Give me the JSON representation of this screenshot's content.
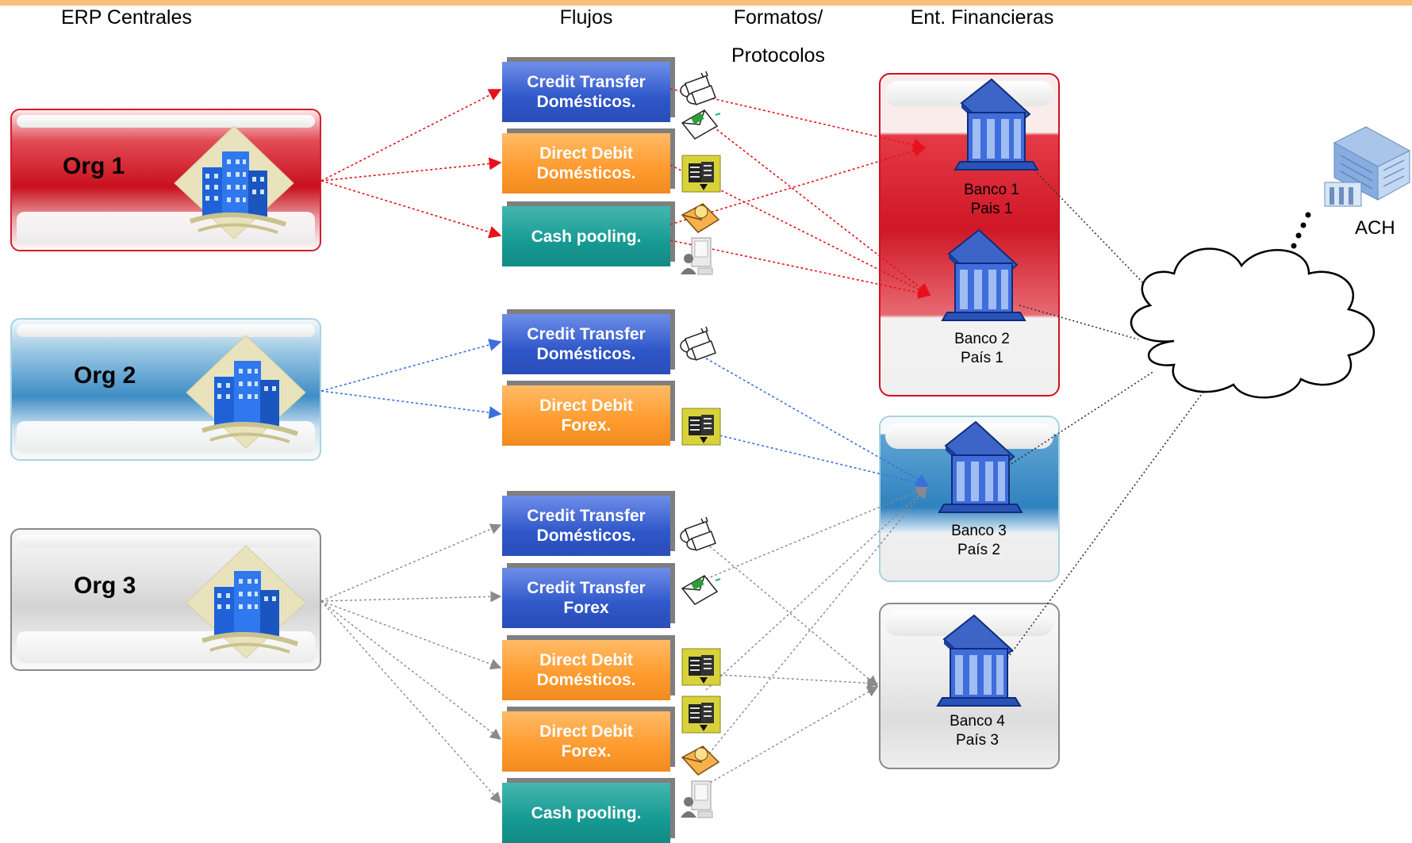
{
  "headers": {
    "erp": "ERP Centrales",
    "flows": "Flujos",
    "formats_line1": "Formatos/",
    "formats_line2": "Protocolos",
    "banks": "Ent. Financieras"
  },
  "orgs": [
    {
      "label": "Org 1",
      "color": "#c8101e"
    },
    {
      "label": "Org 2",
      "color": "#3f8dc5"
    },
    {
      "label": "Org 3",
      "color": "#d3d3d3"
    }
  ],
  "flows": [
    {
      "label": "Credit Transfer\nDomésticos.",
      "kind": "credit-transfer",
      "org": 1
    },
    {
      "label": "Direct Debit\nDomésticos.",
      "kind": "direct-debit",
      "org": 1
    },
    {
      "label": "Cash pooling.",
      "kind": "cash-pooling",
      "org": 1
    },
    {
      "label": "Credit Transfer\nDomésticos.",
      "kind": "credit-transfer",
      "org": 2
    },
    {
      "label": "Direct Debit\nForex.",
      "kind": "direct-debit",
      "org": 2
    },
    {
      "label": "Credit Transfer\nDomésticos.",
      "kind": "credit-transfer",
      "org": 3
    },
    {
      "label": "Credit Transfer\nForex",
      "kind": "credit-transfer",
      "org": 3
    },
    {
      "label": "Direct Debit\nDomésticos.",
      "kind": "direct-debit",
      "org": 3
    },
    {
      "label": "Direct Debit\nForex.",
      "kind": "direct-debit",
      "org": 3
    },
    {
      "label": "Cash pooling.",
      "kind": "cash-pooling",
      "org": 3
    }
  ],
  "banks": [
    {
      "label": "Banco 1\nPais 1"
    },
    {
      "label": "Banco 2\nPaís 1"
    },
    {
      "label": "Banco 3\nPaís 2"
    },
    {
      "label": "Banco 4\nPaís 3"
    }
  ],
  "clearing": {
    "label": "ACH"
  },
  "format_icons": [
    "documents-icon",
    "envelope-icon",
    "ledger-icon",
    "envelope-icon",
    "computer-user-icon"
  ],
  "colors": {
    "org1_links": "#e8101a",
    "org2_links": "#3a6fe0",
    "org3_links": "#8a8a8a",
    "bank_links": "#333333",
    "credit_transfer": "#2f57c9",
    "direct_debit": "#ff9a2e",
    "cash_pooling": "#179a94"
  }
}
